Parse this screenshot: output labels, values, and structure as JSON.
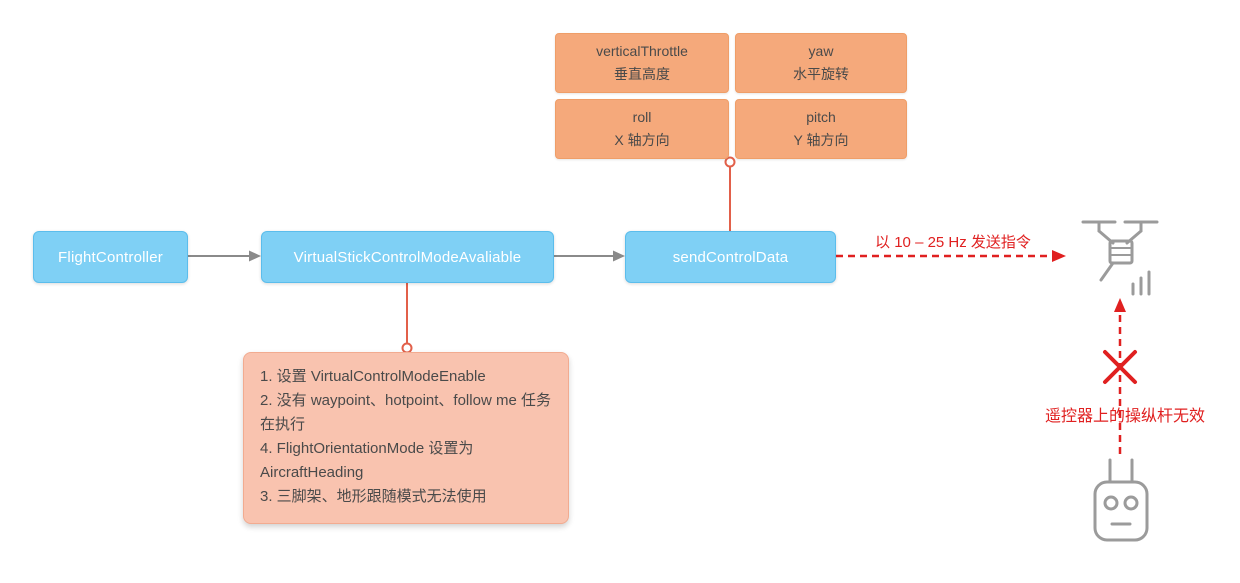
{
  "diagram": {
    "nodes": [
      {
        "label": "FlightController"
      },
      {
        "label": "VirtualStickControlModeAvaliable"
      },
      {
        "label": "sendControlData"
      }
    ],
    "params": [
      {
        "name": "verticalThrottle",
        "desc": "垂直高度"
      },
      {
        "name": "yaw",
        "desc": "水平旋转"
      },
      {
        "name": "roll",
        "desc": "X 轴方向"
      },
      {
        "name": "pitch",
        "desc": "Y 轴方向"
      }
    ],
    "note_lines": [
      "1. 设置 VirtualControlModeEnable",
      "2. 没有 waypoint、hotpoint、follow me 任务在执行",
      "4. FlightOrientationMode 设置为 AircraftHeading",
      "3. 三脚架、地形跟随模式无法使用"
    ],
    "annotations": {
      "send_rate": "以 10 – 25 Hz 发送指令",
      "rc_invalid": "遥控器上的操纵杆无效"
    },
    "icons": {
      "drone": "drone-icon",
      "remote": "remote-controller-icon"
    },
    "colors": {
      "node_fill": "#7FD0F5",
      "param_fill": "#F5A97B",
      "note_fill": "#F9C3AF",
      "connector_orange": "#E2604A",
      "arrow_gray": "#8A8A8A",
      "alert_red": "#E02020",
      "icon_gray": "#9B9B9B"
    }
  }
}
